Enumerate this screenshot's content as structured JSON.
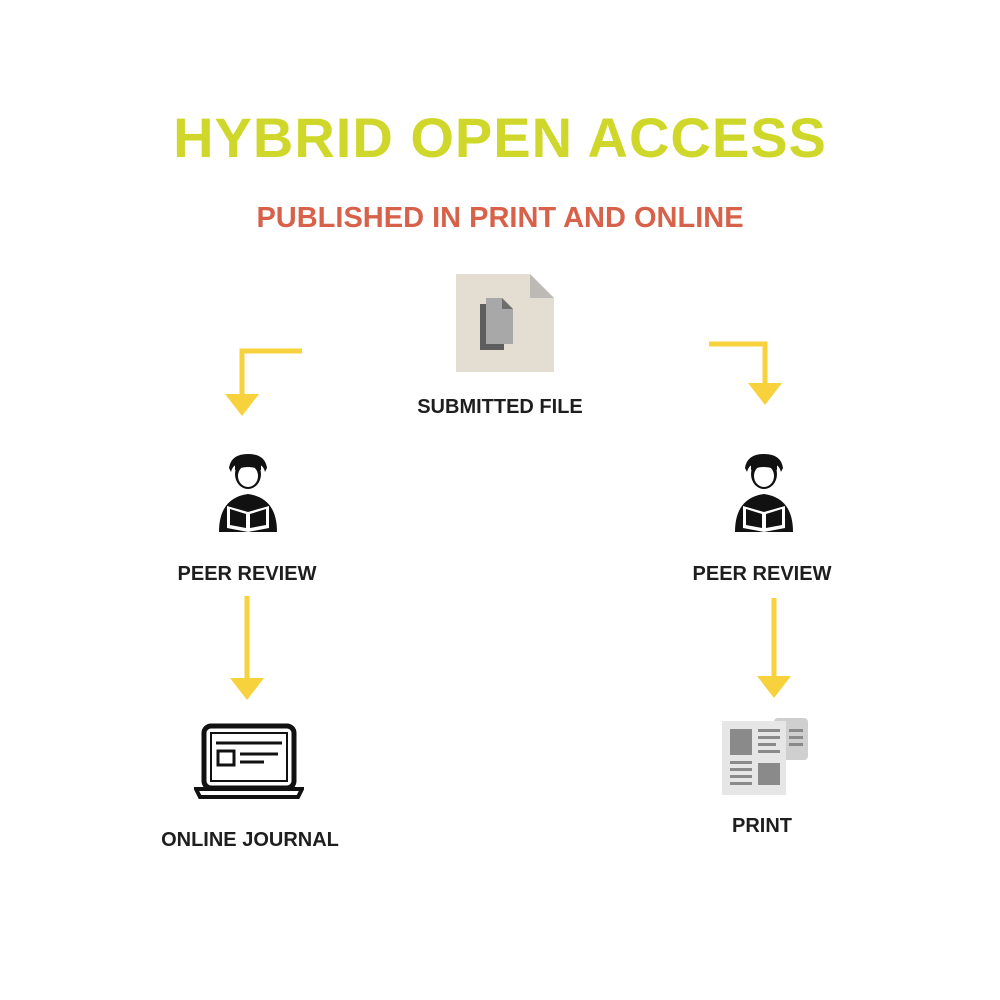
{
  "title": "HYBRID OPEN ACCESS",
  "subtitle": "PUBLISHED IN PRINT AND ONLINE",
  "colors": {
    "title": "#cfd82a",
    "subtitle": "#d8614a",
    "arrow": "#f7d23c",
    "text": "#1e1e1e"
  },
  "nodes": {
    "submitted": {
      "label": "SUBMITTED FILE",
      "icon": "document-icon"
    },
    "peer_left": {
      "label": "PEER REVIEW",
      "icon": "reader-icon"
    },
    "peer_right": {
      "label": "PEER REVIEW",
      "icon": "reader-icon"
    },
    "online": {
      "label": "ONLINE JOURNAL",
      "icon": "laptop-icon"
    },
    "print": {
      "label": "PRINT",
      "icon": "newspaper-icon"
    }
  }
}
